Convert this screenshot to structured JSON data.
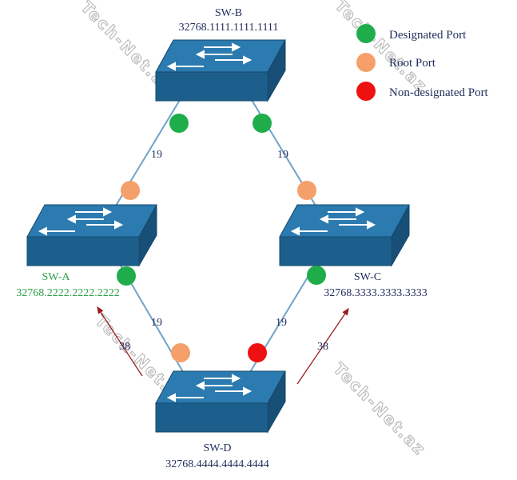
{
  "colors": {
    "designated": "#1fad4b",
    "root": "#f5a06a",
    "non_designated": "#ee1111",
    "switch_top": "#2b7ab0",
    "switch_front": "#1d5f8c",
    "link": "#6fa3c8",
    "arrow": "#9b1c1c",
    "label": "#1f2d5a",
    "label_green": "#2ea04a"
  },
  "legend": {
    "designated": "Designated Port",
    "root": "Root Port",
    "non_designated": "Non-designated Port"
  },
  "switches": {
    "swb": {
      "name": "SW-B",
      "id": "32768.1111.1111.1111"
    },
    "swa": {
      "name": "SW-A",
      "id": "32768.2222.2222.2222"
    },
    "swc": {
      "name": "SW-C",
      "id": "32768.3333.3333.3333"
    },
    "swd": {
      "name": "SW-D",
      "id": "32768.4444.4444.4444"
    }
  },
  "links": {
    "b_a_cost": "19",
    "b_c_cost": "19",
    "a_d_cost": "19",
    "c_d_cost": "19"
  },
  "path_costs": {
    "via_a": "38",
    "via_c": "38"
  },
  "ports": [
    {
      "link": "b-a",
      "end": "SW-B",
      "role": "designated"
    },
    {
      "link": "b-c",
      "end": "SW-B",
      "role": "designated"
    },
    {
      "link": "b-a",
      "end": "SW-A",
      "role": "root"
    },
    {
      "link": "b-c",
      "end": "SW-C",
      "role": "root"
    },
    {
      "link": "a-d",
      "end": "SW-A",
      "role": "designated"
    },
    {
      "link": "c-d",
      "end": "SW-C",
      "role": "designated"
    },
    {
      "link": "a-d",
      "end": "SW-D",
      "role": "root"
    },
    {
      "link": "c-d",
      "end": "SW-D",
      "role": "non-designated"
    }
  ],
  "watermark": "Tech-Net.az"
}
